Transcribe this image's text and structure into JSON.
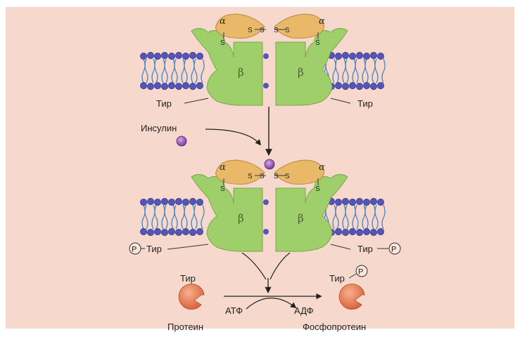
{
  "labels": {
    "alpha": "α",
    "beta": "β",
    "s": "S",
    "tyr": "Тир",
    "p": "P",
    "insulin": "Инсулин",
    "atp": "АТФ",
    "adp": "АДФ",
    "protein": "Протеин",
    "phosphoprotein": "Фосфопротеин"
  },
  "colors": {
    "background": "#f6d9cc",
    "beta_subunit": "#9fcf6b",
    "alpha_subunit": "#e9b869",
    "lipid_head": "#5356b8",
    "lipid_tail": "#4a86c8",
    "insulin": "#8a47a8",
    "protein": "#e2744d"
  }
}
